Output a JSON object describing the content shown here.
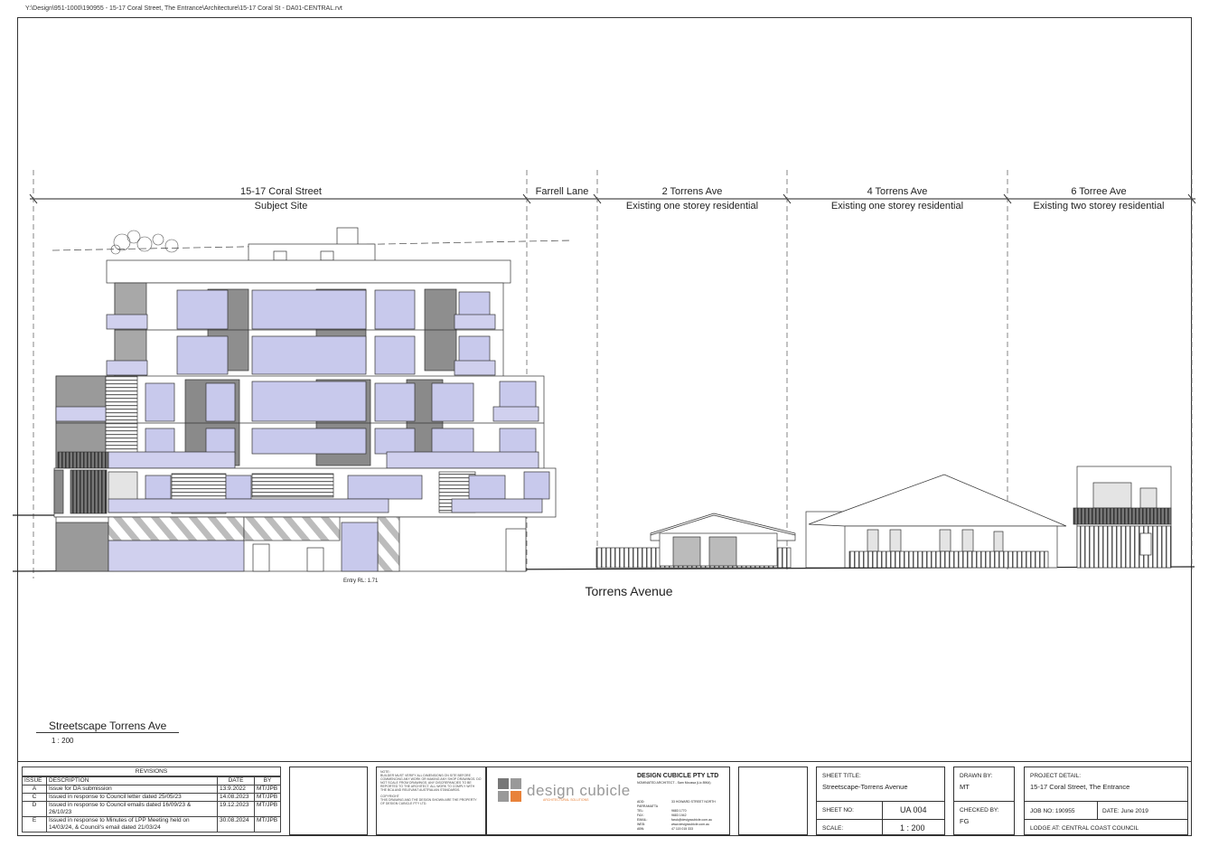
{
  "file_path": "Y:\\Design\\951-1000\\190955 - 15-17 Coral Street, The Entrance\\Architecture\\15-17 Coral St - DA01-CENTRAL.rvt",
  "dimension_labels": [
    {
      "title": "15-17 Coral Street",
      "subtitle": "Subject Site"
    },
    {
      "title": "Farrell  Lane",
      "subtitle": ""
    },
    {
      "title": "2 Torrens Ave",
      "subtitle": "Existing one storey residential"
    },
    {
      "title": "4 Torrens Ave",
      "subtitle": "Existing one storey residential"
    },
    {
      "title": "6 Torree Ave",
      "subtitle": "Existing two storey residential"
    }
  ],
  "street_name": "Torrens Avenue",
  "entry_rl": "Entry RL: 1.71",
  "view": {
    "title": "Streetscape Torrens Ave",
    "scale": "1 : 200"
  },
  "revisions": {
    "title": "REVISIONS",
    "headers": [
      "ISSUE",
      "DESCRIPTION",
      "DATE",
      "BY"
    ],
    "rows": [
      {
        "issue": "A",
        "description": "Issue for DA submission",
        "date": "13.9.2022",
        "by": "MT/JPB"
      },
      {
        "issue": "C",
        "description": "Issued in response to Council letter dated 25/05/23",
        "date": "14.08.2023",
        "by": "MT/JPB"
      },
      {
        "issue": "D",
        "description": "Issued in response to Council emails dated 16/09/23 & 26/10/23",
        "date": "19.12.2023",
        "by": "MT/JPB"
      },
      {
        "issue": "E",
        "description": "Issued in response to Minutes of LPP Meeting held on 14/03/24, & Council's email dated 21/03/24",
        "date": "30.08.2024",
        "by": "MT/JPB"
      }
    ]
  },
  "notes": {
    "heading": "NOTE:",
    "body": "BUILDER MUST VERIFY ALL DIMENSIONS ON SITE BEFORE COMMENCING ANY WORK OR MAKING ANY SHOP DRAWINGS. DO NOT SCALE FROM DRAWINGS. ANY DISCREPANCIES TO BE REPORTED TO THE ARCHITECT. ALL WORK TO COMPLY WITH THE BCA AND RELEVANT AUSTRALIAN STANDARDS.",
    "copyright_heading": "COPYRIGHT",
    "copyright": "THIS DRAWING AND THE DESIGN SHOWN ARE THE PROPERTY OF DESIGN CUBICLE PTY LTD."
  },
  "company": {
    "logo_text": "design cubicle",
    "logo_tagline": "ARCHITECTURAL SOLUTIONS",
    "name": "DESIGN CUBICLE PTY LTD",
    "architect": "NOMINATED ARCHITECT - Sam Moussa (Lic 8964)",
    "details": [
      {
        "k": "ADD:",
        "v": "33 HOWARD STREET NORTH PARRAMATTA"
      },
      {
        "k": "TEL:",
        "v": "9683 1770"
      },
      {
        "k": "FAX:",
        "v": "9683 1942"
      },
      {
        "k": "EMAIL:",
        "v": "faruk@designcubicle.com.au"
      },
      {
        "k": "WEB:",
        "v": "www.designcubicle.com.au"
      },
      {
        "k": "ABN:",
        "v": "47 115 015 333"
      }
    ]
  },
  "sheet": {
    "title_label": "SHEET TITLE:",
    "title": "Streetscape-Torrens Avenue",
    "no_label": "SHEET NO:",
    "no": "UA 004",
    "scale_label": "SCALE:",
    "scale": "1 : 200",
    "drawn_label": "DRAWN BY:",
    "drawn": "MT",
    "checked_label": "CHECKED BY:",
    "checked": "FG"
  },
  "project": {
    "label": "PROJECT DETAIL:",
    "name": "15-17 Coral Street, The Entrance",
    "job_label": "JOB NO:",
    "job": "190955",
    "date_label": "DATE:",
    "date": "June 2019",
    "lodge_label": "LODGE AT:",
    "lodge": "CENTRAL COAST COUNCIL"
  },
  "colors": {
    "glass": "#c8c9ec",
    "accent": "#e8823a",
    "shade": "#9a9a9a"
  }
}
